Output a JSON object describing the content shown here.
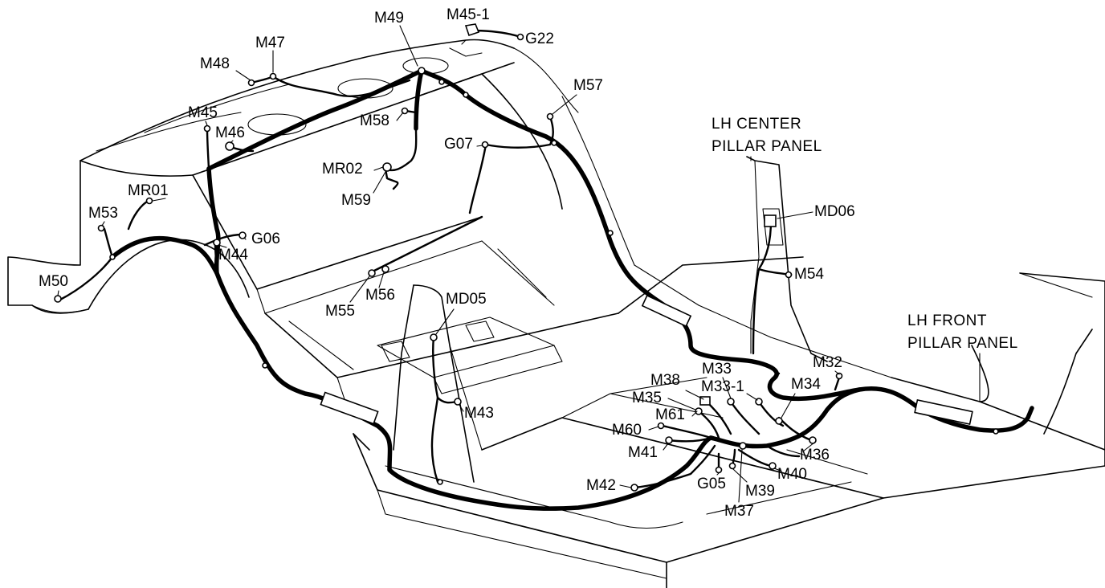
{
  "connector_labels": {
    "m49": "M49",
    "m45_1": "M45-1",
    "g22": "G22",
    "m47": "M47",
    "m48": "M48",
    "m57": "M57",
    "m45": "M45",
    "m58": "M58",
    "m46": "M46",
    "g07": "G07",
    "mr02": "MR02",
    "m59": "M59",
    "mr01": "MR01",
    "m53": "M53",
    "g06": "G06",
    "m44": "M44",
    "m50": "M50",
    "m55": "M55",
    "m56": "M56",
    "md05": "MD05",
    "md06": "MD06",
    "m54": "M54",
    "m43": "M43",
    "m38": "M38",
    "m33": "M33",
    "m33_1": "M33-1",
    "m34": "M34",
    "m32": "M32",
    "m35": "M35",
    "m61": "M61",
    "m60": "M60",
    "m41": "M41",
    "m36": "M36",
    "m40": "M40",
    "m42": "M42",
    "g05": "G05",
    "m39": "M39",
    "m37": "M37"
  },
  "panel_labels": {
    "lh_center_line1": "LH CENTER",
    "lh_center_line2": "PILLAR PANEL",
    "lh_front_line1": "LH FRONT",
    "lh_front_line2": "PILLAR PANEL"
  }
}
